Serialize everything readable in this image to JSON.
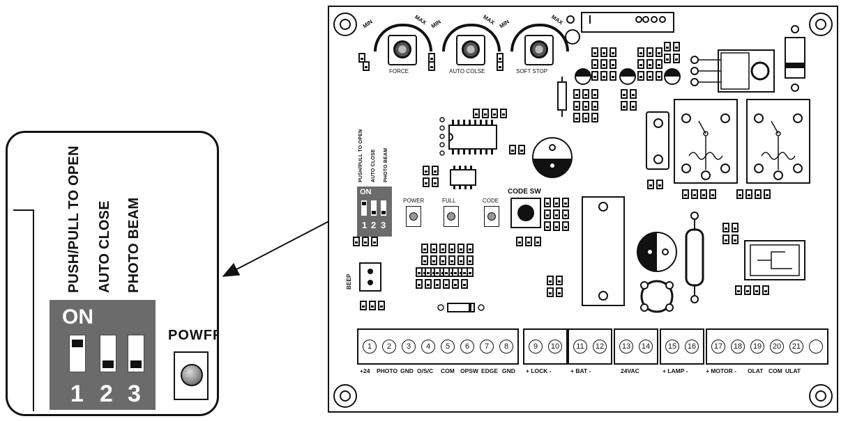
{
  "callout": {
    "labels": [
      "PUSH/PULL TO OPEN",
      "AUTO CLOSE",
      "PHOTO BEAM"
    ],
    "dip_on": "ON",
    "dip_numbers": [
      "1",
      "2",
      "3"
    ],
    "power_label": "POWFR"
  },
  "board": {
    "pots": [
      {
        "label": "FORCE",
        "min": "MIN",
        "max": "MAX"
      },
      {
        "label": "AUTO COLSE",
        "min": "MIN",
        "max": "MAX"
      },
      {
        "label": "SOFT STOP",
        "min": "MIN",
        "max": "MAX"
      }
    ],
    "dip_labels": [
      "PUSH/PULL TO OPEN",
      "AUTO CLOSE",
      "PHOTO BEAM"
    ],
    "dip_on": "ON",
    "dip_numbers": [
      "1",
      "2",
      "3"
    ],
    "led_labels": [
      "POWER",
      "FULL",
      "CODE"
    ],
    "code_sw": "CODE SW",
    "beep": "BEEP",
    "terminal_numbers": [
      "1",
      "2",
      "3",
      "4",
      "5",
      "6",
      "7",
      "8",
      "9",
      "10",
      "11",
      "12",
      "13",
      "14",
      "15",
      "16",
      "17",
      "18",
      "19",
      "20",
      "21"
    ],
    "terminal_labels": [
      "+24",
      "PHOTO",
      "GND",
      "O/S/C",
      "COM",
      "OPSW",
      "EDGE",
      "GND",
      "+ LOCK -",
      "+ BAT -",
      "24VAC",
      "+ LAMP -",
      "+ MOTOR -",
      "OLAT",
      "COM",
      "ULAT"
    ]
  }
}
